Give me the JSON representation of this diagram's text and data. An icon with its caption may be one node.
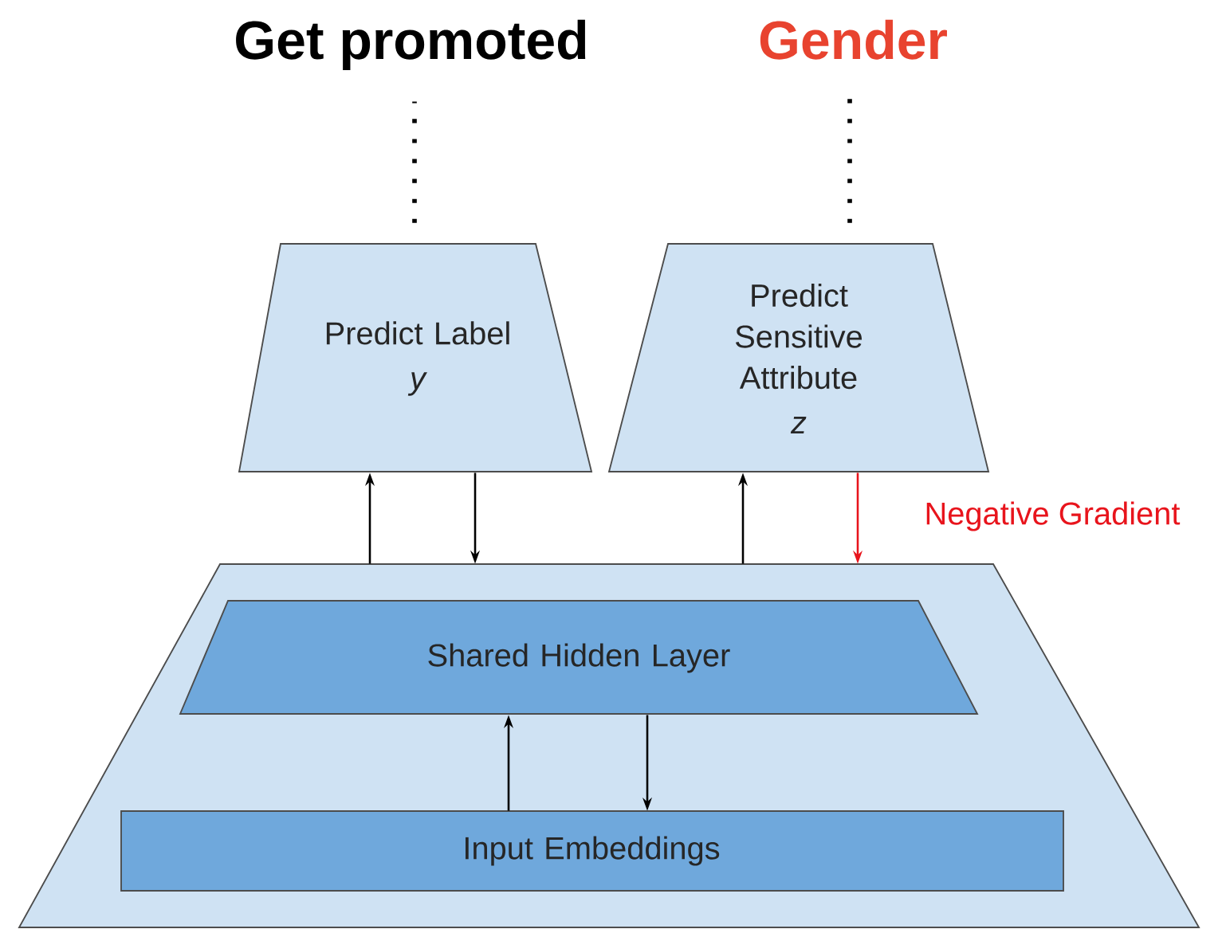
{
  "diagram": {
    "nodes": [
      {
        "text": [
          "Get promoted"
        ]
      },
      {
        "text": [
          "Gender"
        ]
      },
      {
        "text": [
          "Predict Label",
          "y"
        ]
      },
      {
        "text": [
          "Predict Sensitive Attribute",
          "z"
        ]
      },
      {
        "text": [],
        "shape": "trapezoid"
      },
      {
        "text": [
          "Shared Hidden Layer"
        ],
        "in": 4
      },
      {
        "text": [
          "Input Embeddings"
        ],
        "in": 4
      }
    ],
    "edges": [
      {
        "from": 2,
        "to": 0,
        "arrow": "none",
        "style": "dashed"
      },
      {
        "from": 3,
        "to": 1,
        "arrow": "none",
        "style": "dashed"
      },
      {
        "from": 4,
        "to": 2,
        "arrow": "to"
      },
      {
        "from": 2,
        "to": 4,
        "arrow": "to"
      },
      {
        "from": 4,
        "to": 3,
        "arrow": "to"
      },
      {
        "from": 3,
        "to": 4,
        "arrow": "to",
        "label": "Negative Gradient",
        "color": "#e8141c"
      },
      {
        "from": 6,
        "to": 5,
        "arrow": "to"
      },
      {
        "from": 5,
        "to": 6,
        "arrow": "to"
      }
    ]
  }
}
